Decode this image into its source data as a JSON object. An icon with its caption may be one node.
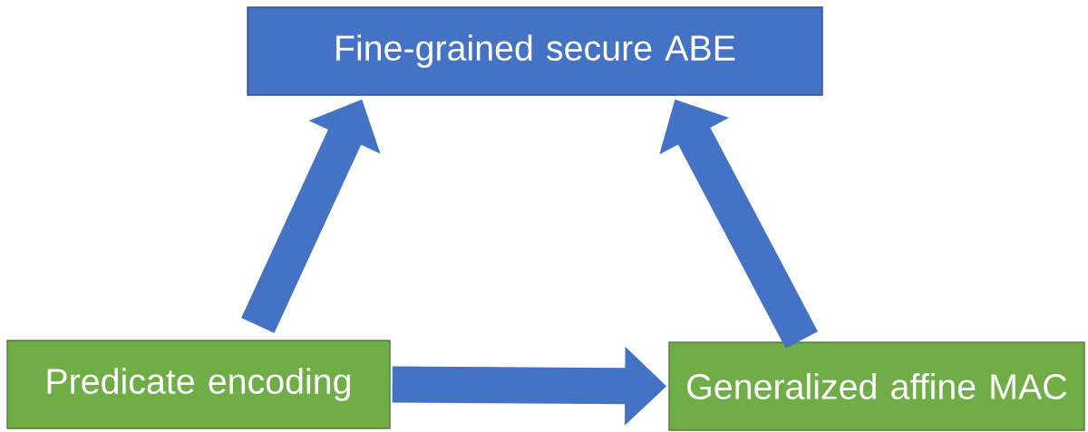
{
  "diagram": {
    "nodes": [
      {
        "text": [
          "Fine-grained secure ABE"
        ]
      },
      {
        "text": [
          "Predicate encoding"
        ]
      },
      {
        "text": [
          "Generalized affine MAC"
        ]
      }
    ],
    "edges": [
      {
        "from": 1,
        "to": 0,
        "arrow": "to"
      },
      {
        "from": 2,
        "to": 0,
        "arrow": "to"
      },
      {
        "from": 1,
        "to": 2,
        "arrow": "to"
      }
    ]
  }
}
